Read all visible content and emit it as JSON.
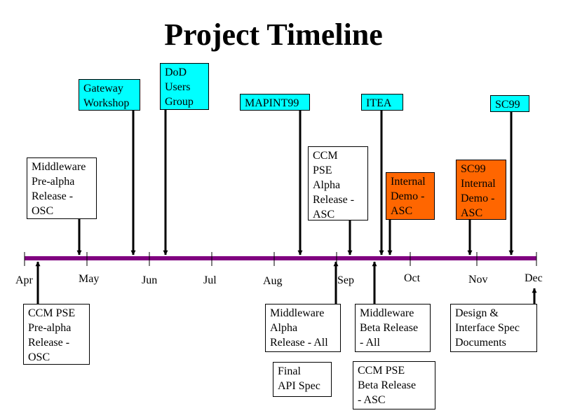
{
  "title": "Project Timeline",
  "months": [
    "Apr",
    "May",
    "Jun",
    "Jul",
    "Aug",
    "Sep",
    "Oct",
    "Nov",
    "Dec"
  ],
  "above_events": [
    {
      "id": "gateway",
      "label": "Gateway\nWorkshop",
      "style": "cyan"
    },
    {
      "id": "dod",
      "label": "DoD\nUsers\nGroup",
      "style": "cyan"
    },
    {
      "id": "mapint",
      "label": "MAPINT99",
      "style": "cyan"
    },
    {
      "id": "itea",
      "label": "ITEA",
      "style": "cyan"
    },
    {
      "id": "sc99",
      "label": "SC99",
      "style": "cyan"
    },
    {
      "id": "middleware-prealpha",
      "label": "Middleware\nPre-alpha\nRelease -\nOSC",
      "style": "white"
    },
    {
      "id": "ccm-pse-alpha",
      "label": "CCM\nPSE\nAlpha\nRelease -\nASC",
      "style": "white"
    },
    {
      "id": "internal-demo",
      "label": "Internal\nDemo -\nASC",
      "style": "orange"
    },
    {
      "id": "sc99-internal-demo",
      "label": "SC99\nInternal\nDemo -\nASC",
      "style": "orange"
    }
  ],
  "below_events": [
    {
      "id": "ccm-pse-prealpha",
      "label": "CCM PSE\nPre-alpha\nRelease -\nOSC",
      "style": "white"
    },
    {
      "id": "middleware-alpha",
      "label": "Middleware\nAlpha\nRelease - All",
      "style": "white"
    },
    {
      "id": "final-api",
      "label": "Final\nAPI Spec",
      "style": "white"
    },
    {
      "id": "middleware-beta",
      "label": "Middleware\nBeta Release\n- All",
      "style": "white"
    },
    {
      "id": "ccm-pse-beta",
      "label": "CCM PSE\nBeta Release\n- ASC",
      "style": "white"
    },
    {
      "id": "design-docs",
      "label": "Design &\nInterface Spec\nDocuments",
      "style": "white"
    }
  ],
  "colors": {
    "timeline": "#800080",
    "cyan": "#00ffff",
    "orange": "#ff6600",
    "box_border": "#000000"
  }
}
